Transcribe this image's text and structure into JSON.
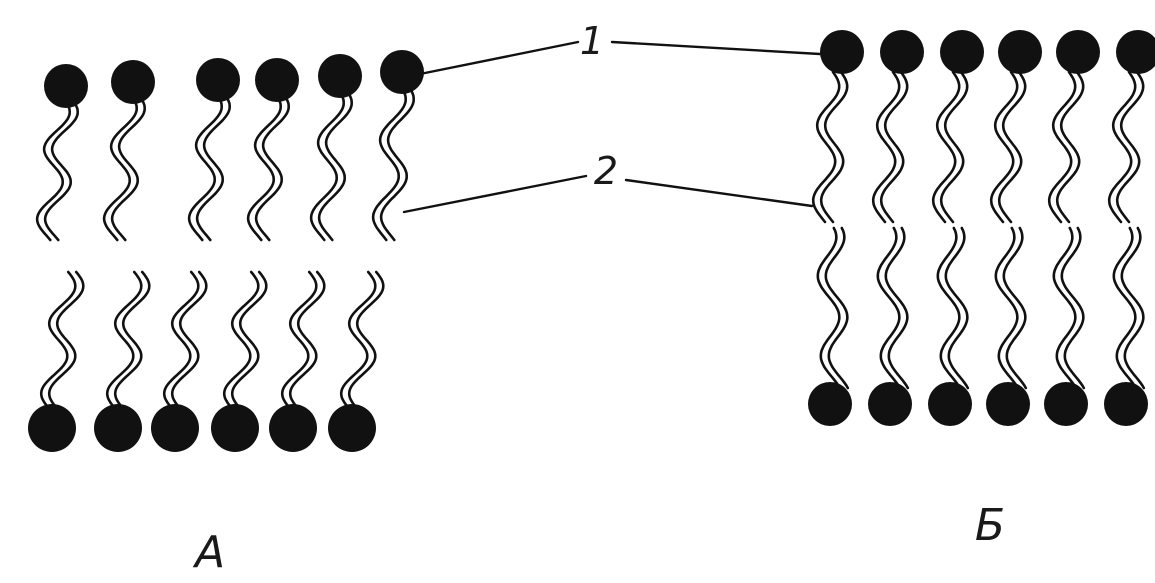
{
  "labels": {
    "head": "1",
    "tail": "2",
    "panel_a": "А",
    "panel_b": "Б"
  },
  "colors": {
    "ink": "#111111",
    "background": "#ffffff"
  }
}
